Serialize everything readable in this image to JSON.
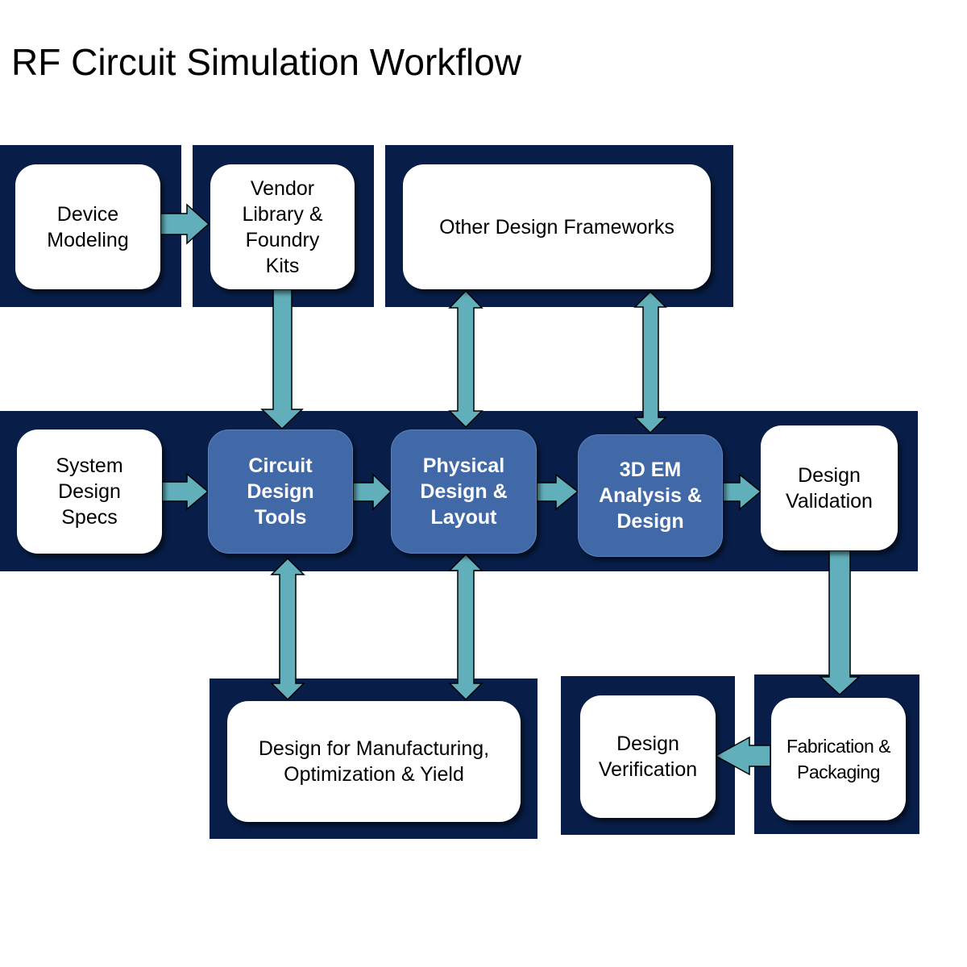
{
  "title": "RF Circuit Simulation Workflow",
  "colors": {
    "panel": "#081E48",
    "highlight_node": "#4169A8",
    "arrow": "#62AFBC",
    "node": "#FFFFFF"
  },
  "nodes": {
    "device_modeling": "Device\nModeling",
    "vendor_library": "Vendor\nLibrary &\nFoundry\nKits",
    "other_frameworks": "Other Design Frameworks",
    "system_specs": "System\nDesign\nSpecs",
    "circuit_tools": "Circuit\nDesign\nTools",
    "physical_design": "Physical\nDesign &\nLayout",
    "em_analysis": "3D EM\nAnalysis &\nDesign",
    "design_validation": "Design\nValidation",
    "dfm": "Design for Manufacturing,\nOptimization & Yield",
    "design_verification": "Design\nVerification",
    "fabrication": "Fabrication &\nPackaging"
  },
  "connections": [
    {
      "from": "Device Modeling",
      "to": "Vendor Library & Foundry Kits",
      "type": "one-way"
    },
    {
      "from": "Vendor Library & Foundry Kits",
      "to": "Circuit Design Tools",
      "type": "one-way"
    },
    {
      "from": "Other Design Frameworks",
      "to": "Physical Design & Layout",
      "type": "two-way"
    },
    {
      "from": "Other Design Frameworks",
      "to": "3D EM Analysis & Design",
      "type": "two-way"
    },
    {
      "from": "System Design Specs",
      "to": "Circuit Design Tools",
      "type": "one-way"
    },
    {
      "from": "Circuit Design Tools",
      "to": "Physical Design & Layout",
      "type": "one-way"
    },
    {
      "from": "Physical Design & Layout",
      "to": "3D EM Analysis & Design",
      "type": "one-way"
    },
    {
      "from": "3D EM Analysis & Design",
      "to": "Design Validation",
      "type": "one-way"
    },
    {
      "from": "Circuit Design Tools",
      "to": "Design for Manufacturing, Optimization & Yield",
      "type": "two-way"
    },
    {
      "from": "Physical Design & Layout",
      "to": "Design for Manufacturing, Optimization & Yield",
      "type": "two-way"
    },
    {
      "from": "Design Validation",
      "to": "Fabrication & Packaging",
      "type": "one-way"
    },
    {
      "from": "Fabrication & Packaging",
      "to": "Design Verification",
      "type": "one-way"
    }
  ]
}
